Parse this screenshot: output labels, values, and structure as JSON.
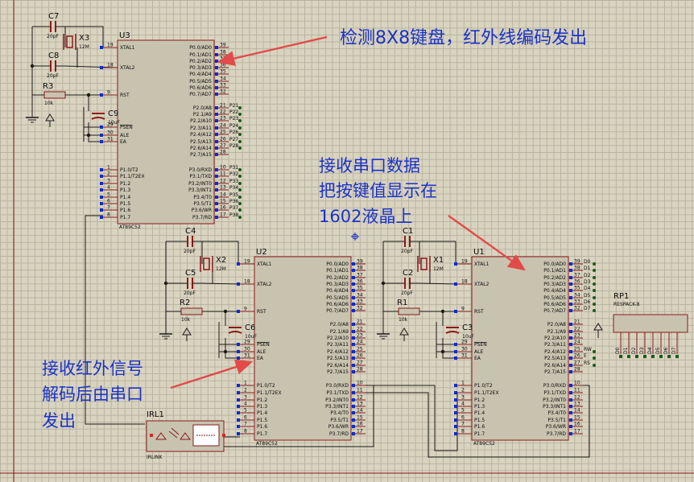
{
  "colors": {
    "background": "#d9d4c0",
    "chip_fill": "#c7c3af",
    "outline": "#8b1a1a",
    "wire": "#1a1a1a",
    "annotation": "#1c33c9",
    "arrow": "#e34a4a",
    "pin_marker": "#0d2bd6"
  },
  "annotations": {
    "top_right": "检测8X8键盘，红外线编码发出",
    "middle_line1": "接收串口数据",
    "middle_line2": "把按键值显示在",
    "middle_line3": "1602液晶上",
    "left_line1": "接收红外信号",
    "left_line2": "解码后由串口",
    "left_line3": "发出"
  },
  "chips": [
    {
      "ref": "U3",
      "part": "AT89C52",
      "left_pins": [
        {
          "num": "19",
          "label": "XTAL1"
        },
        {
          "num": "18",
          "label": "XTAL2"
        },
        {
          "num": "9",
          "label": "RST"
        },
        {
          "num": "29",
          "label": "PSEN"
        },
        {
          "num": "30",
          "label": "ALE"
        },
        {
          "num": "31",
          "label": "EA"
        },
        {
          "num": "1",
          "label": "P1.0/T2"
        },
        {
          "num": "2",
          "label": "P1.1/T2EX"
        },
        {
          "num": "3",
          "label": "P1.2"
        },
        {
          "num": "4",
          "label": "P1.3"
        },
        {
          "num": "5",
          "label": "P1.4"
        },
        {
          "num": "6",
          "label": "P1.5"
        },
        {
          "num": "7",
          "label": "P1.6"
        },
        {
          "num": "8",
          "label": "P1.7"
        }
      ],
      "right_pins": [
        {
          "num": "39",
          "label": "P0.0/AD0"
        },
        {
          "num": "38",
          "label": "P0.1/AD1"
        },
        {
          "num": "37",
          "label": "P0.2/AD2"
        },
        {
          "num": "36",
          "label": "P0.3/AD3"
        },
        {
          "num": "35",
          "label": "P0.4/AD4"
        },
        {
          "num": "34",
          "label": "P0.5/AD5"
        },
        {
          "num": "33",
          "label": "P0.6/AD6"
        },
        {
          "num": "32",
          "label": "P0.7/AD7"
        },
        {
          "num": "21",
          "label": "P2.0/A8",
          "net": "P21"
        },
        {
          "num": "22",
          "label": "P2.1/A9",
          "net": "P22"
        },
        {
          "num": "23",
          "label": "P2.2/A10",
          "net": "P23"
        },
        {
          "num": "24",
          "label": "P2.3/A11",
          "net": "P24"
        },
        {
          "num": "25",
          "label": "P2.4/A12",
          "net": "P26"
        },
        {
          "num": "26",
          "label": "P2.5/A13",
          "net": "P27"
        },
        {
          "num": "27",
          "label": "P2.6/A14",
          "net": "P28"
        },
        {
          "num": "28",
          "label": "P2.7/A15",
          "net": ""
        },
        {
          "num": "10",
          "label": "P3.0/RXD",
          "net": "P31"
        },
        {
          "num": "11",
          "label": "P3.1/TXD",
          "net": "P32"
        },
        {
          "num": "12",
          "label": "P3.2/INT0",
          "net": "P33"
        },
        {
          "num": "13",
          "label": "P3.3/INT1",
          "net": "P34"
        },
        {
          "num": "14",
          "label": "P3.4/T0",
          "net": "P35"
        },
        {
          "num": "15",
          "label": "P3.5/T1",
          "net": "P36"
        },
        {
          "num": "16",
          "label": "P3.6/WR",
          "net": "P37"
        },
        {
          "num": "17",
          "label": "P3.7/RD",
          "net": "P38"
        }
      ]
    },
    {
      "ref": "U2",
      "part": "AT89C52",
      "left_pins": [
        {
          "num": "19",
          "label": "XTAL1"
        },
        {
          "num": "18",
          "label": "XTAL2"
        },
        {
          "num": "9",
          "label": "RST"
        },
        {
          "num": "29",
          "label": "PSEN"
        },
        {
          "num": "30",
          "label": "ALE"
        },
        {
          "num": "31",
          "label": "EA"
        },
        {
          "num": "1",
          "label": "P1.0/T2"
        },
        {
          "num": "2",
          "label": "P1.1/T2EX"
        },
        {
          "num": "3",
          "label": "P1.2"
        },
        {
          "num": "4",
          "label": "P1.3"
        },
        {
          "num": "5",
          "label": "P1.4"
        },
        {
          "num": "6",
          "label": "P1.5"
        },
        {
          "num": "7",
          "label": "P1.6"
        },
        {
          "num": "8",
          "label": "P1.7"
        }
      ],
      "right_pins": [
        {
          "num": "39",
          "label": "P0.0/AD0"
        },
        {
          "num": "38",
          "label": "P0.1/AD1"
        },
        {
          "num": "37",
          "label": "P0.2/AD2"
        },
        {
          "num": "36",
          "label": "P0.3/AD3"
        },
        {
          "num": "35",
          "label": "P0.4/AD4"
        },
        {
          "num": "34",
          "label": "P0.5/AD5"
        },
        {
          "num": "33",
          "label": "P0.6/AD6"
        },
        {
          "num": "32",
          "label": "P0.7/AD7"
        },
        {
          "num": "21",
          "label": "P2.0/A8"
        },
        {
          "num": "22",
          "label": "P2.1/A9"
        },
        {
          "num": "23",
          "label": "P2.2/A10"
        },
        {
          "num": "24",
          "label": "P2.3/A11"
        },
        {
          "num": "25",
          "label": "P2.4/A12"
        },
        {
          "num": "26",
          "label": "P2.5/A13"
        },
        {
          "num": "27",
          "label": "P2.6/A14"
        },
        {
          "num": "28",
          "label": "P2.7/A15"
        },
        {
          "num": "10",
          "label": "P3.0/RXD"
        },
        {
          "num": "11",
          "label": "P3.1/TXD"
        },
        {
          "num": "12",
          "label": "P3.2/INT0"
        },
        {
          "num": "13",
          "label": "P3.3/INT1"
        },
        {
          "num": "14",
          "label": "P3.4/T0"
        },
        {
          "num": "15",
          "label": "P3.5/T1"
        },
        {
          "num": "16",
          "label": "P3.6/WR"
        },
        {
          "num": "17",
          "label": "P3.7/RD"
        }
      ]
    },
    {
      "ref": "U1",
      "part": "AT89C52",
      "left_pins": [
        {
          "num": "19",
          "label": "XTAL1"
        },
        {
          "num": "18",
          "label": "XTAL2"
        },
        {
          "num": "9",
          "label": "RST"
        },
        {
          "num": "29",
          "label": "PSEN"
        },
        {
          "num": "30",
          "label": "ALE"
        },
        {
          "num": "31",
          "label": "EA"
        },
        {
          "num": "1",
          "label": "P1.0/T2"
        },
        {
          "num": "2",
          "label": "P1.1/T2EX"
        },
        {
          "num": "3",
          "label": "P1.2"
        },
        {
          "num": "4",
          "label": "P1.3"
        },
        {
          "num": "5",
          "label": "P1.4"
        },
        {
          "num": "6",
          "label": "P1.5"
        },
        {
          "num": "7",
          "label": "P1.6"
        },
        {
          "num": "8",
          "label": "P1.7"
        }
      ],
      "right_pins": [
        {
          "num": "39",
          "label": "P0.0/AD0",
          "net": "D0"
        },
        {
          "num": "38",
          "label": "P0.1/AD1",
          "net": "D1"
        },
        {
          "num": "37",
          "label": "P0.2/AD2",
          "net": "D2"
        },
        {
          "num": "36",
          "label": "P0.3/AD3",
          "net": "D3"
        },
        {
          "num": "35",
          "label": "P0.4/AD4",
          "net": "D4"
        },
        {
          "num": "34",
          "label": "P0.5/AD5",
          "net": "D5"
        },
        {
          "num": "33",
          "label": "P0.6/AD6",
          "net": "D6"
        },
        {
          "num": "32",
          "label": "P0.7/AD7",
          "net": "D7"
        },
        {
          "num": "21",
          "label": "P2.0/A8",
          "net": ""
        },
        {
          "num": "22",
          "label": "P2.1/A9",
          "net": ""
        },
        {
          "num": "23",
          "label": "P2.2/A10",
          "net": ""
        },
        {
          "num": "24",
          "label": "P2.3/A11",
          "net": ""
        },
        {
          "num": "25",
          "label": "P2.4/A12",
          "net": "RW"
        },
        {
          "num": "26",
          "label": "P2.5/A13",
          "net": "E"
        },
        {
          "num": "27",
          "label": "P2.6/A14",
          "net": "RS"
        },
        {
          "num": "28",
          "label": "P2.7/A15",
          "net": ""
        },
        {
          "num": "10",
          "label": "P3.0/RXD",
          "net": ""
        },
        {
          "num": "11",
          "label": "P3.1/TXD",
          "net": ""
        },
        {
          "num": "12",
          "label": "P3.2/INT0",
          "net": ""
        },
        {
          "num": "13",
          "label": "P3.3/INT1",
          "net": ""
        },
        {
          "num": "14",
          "label": "P3.4/T0",
          "net": ""
        },
        {
          "num": "15",
          "label": "P3.5/T1",
          "net": ""
        },
        {
          "num": "16",
          "label": "P3.6/WR",
          "net": ""
        },
        {
          "num": "17",
          "label": "P3.7/RD",
          "net": ""
        }
      ]
    }
  ],
  "components": {
    "u3_c7": {
      "ref": "C7",
      "value": "20pF"
    },
    "u3_c8": {
      "ref": "C8",
      "value": "20pF"
    },
    "u3_x3": {
      "ref": "X3",
      "value": "12M"
    },
    "u3_r3": {
      "ref": "R3",
      "value": "10k"
    },
    "u3_c9": {
      "ref": "C9",
      "value": "10uF"
    },
    "u2_c4": {
      "ref": "C4",
      "value": "20pF"
    },
    "u2_c5": {
      "ref": "C5",
      "value": "20pF"
    },
    "u2_x2": {
      "ref": "X2",
      "value": "12M"
    },
    "u2_r2": {
      "ref": "R2",
      "value": "10k"
    },
    "u2_c6": {
      "ref": "C6",
      "value": "10uF"
    },
    "u1_c1": {
      "ref": "C1",
      "value": "20pF"
    },
    "u1_c2": {
      "ref": "C2",
      "value": "20pF"
    },
    "u1_x1": {
      "ref": "X1",
      "value": "12M"
    },
    "u1_r1": {
      "ref": "R1",
      "value": "10k"
    },
    "u1_c3": {
      "ref": "C3",
      "value": "10uF"
    },
    "rp1": {
      "ref": "RP1",
      "value": "RESPACK-8",
      "pins": [
        "D0",
        "D1",
        "D2",
        "D3",
        "D4",
        "D5",
        "D6",
        "D7"
      ]
    },
    "irl1": {
      "ref": "IRL1",
      "value": "IRLINK"
    }
  }
}
